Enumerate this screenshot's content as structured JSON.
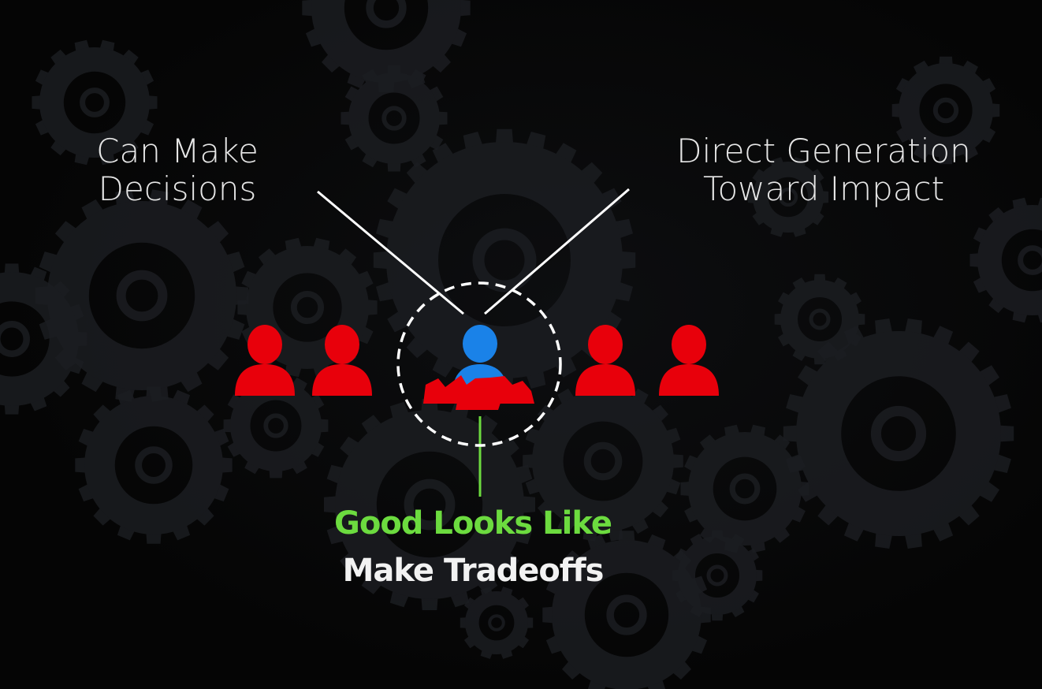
{
  "labels": {
    "top_left": [
      "Can Make",
      "Decisions"
    ],
    "top_right": [
      "Direct Generation",
      "Toward Impact"
    ],
    "bottom_green": "Good Looks Like",
    "bottom_white": "Make Tradeoffs"
  },
  "colors": {
    "background": "#050505",
    "gear": "#1b1d21",
    "person_red": "#e8000b",
    "person_blue": "#1a82e8",
    "accent_green": "#6cdb3f",
    "line_white": "#ffffff"
  },
  "icons": [
    "gear-icon",
    "person-icon"
  ]
}
